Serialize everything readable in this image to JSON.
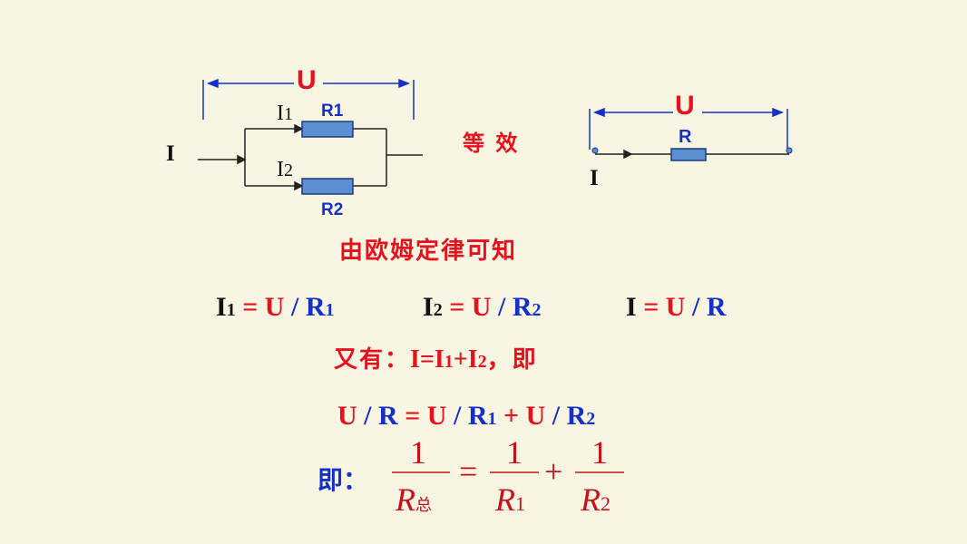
{
  "circuit_parallel": {
    "voltage_label": "U",
    "current_total": "I",
    "branch1_current": "I",
    "branch1_current_sub": "1",
    "branch2_current": "I",
    "branch2_current_sub": "2",
    "resistor1_label": "R",
    "resistor1_sub": "1",
    "resistor2_label": "R",
    "resistor2_sub": "2"
  },
  "equivalent_text": "等 效",
  "circuit_equivalent": {
    "voltage_label": "U",
    "resistor_label": "R",
    "current_label": "I"
  },
  "ohm_law_text": "由欧姆定律可知",
  "equations_row": {
    "eq1": {
      "lhs": "I",
      "lhs_sub": "1",
      "equals": " = ",
      "num": "U",
      "slash": " / ",
      "den": "R",
      "den_sub": "1"
    },
    "eq2": {
      "lhs": "I",
      "lhs_sub": "2",
      "equals": " = ",
      "num": "U",
      "slash": " / ",
      "den": "R",
      "den_sub": "2"
    },
    "eq3": {
      "lhs": "I",
      "equals": " = ",
      "num": "U",
      "slash": " / ",
      "den": "R"
    }
  },
  "also_line": {
    "prefix": "又有：",
    "i": "I=I",
    "sub1": "1",
    "plus": "+I",
    "sub2": "2",
    "suffix": "，即"
  },
  "sum_equation": {
    "u1": "U",
    "s1": " / ",
    "r": "R",
    "eq": " = ",
    "u2": "U",
    "s2": " / ",
    "r1": "R",
    "r1_sub": "1",
    "plus": " + ",
    "u3": "U",
    "s3": " / ",
    "r2": "R",
    "r2_sub": "2"
  },
  "final_label": "即：",
  "final_formula": {
    "num1": "1",
    "den1": "R",
    "den1_sub": "总",
    "equals": "=",
    "num2": "1",
    "den2": "R",
    "den2_sub": "1",
    "plus": "+",
    "num3": "1",
    "den3": "R",
    "den3_sub": "2"
  },
  "colors": {
    "background": "#f8f6e2",
    "red": "#e8101c",
    "blue": "#1530c8",
    "resistor_fill": "#5b8fd0"
  }
}
